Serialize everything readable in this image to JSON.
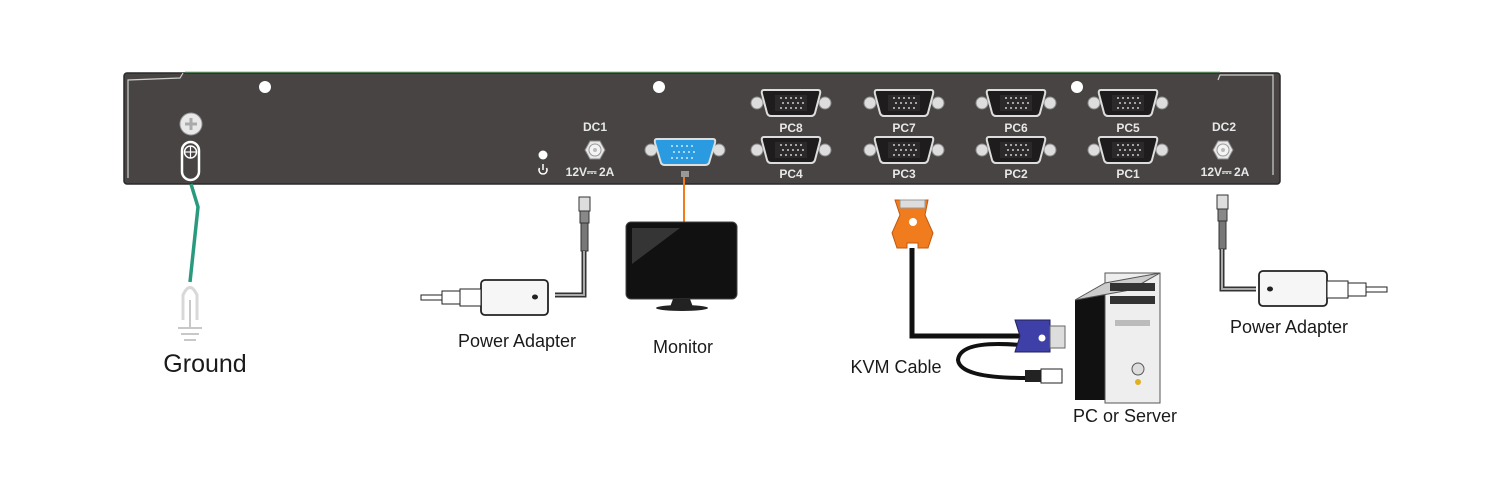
{
  "device": {
    "ports": [
      {
        "id": "PC8",
        "label": "PC8"
      },
      {
        "id": "PC7",
        "label": "PC7"
      },
      {
        "id": "PC6",
        "label": "PC6"
      },
      {
        "id": "PC5",
        "label": "PC5"
      },
      {
        "id": "PC4",
        "label": "PC4"
      },
      {
        "id": "PC3",
        "label": "PC3"
      },
      {
        "id": "PC2",
        "label": "PC2"
      },
      {
        "id": "PC1",
        "label": "PC1"
      }
    ],
    "dc1": {
      "label": "DC1",
      "rating": "12V⎓ 2A"
    },
    "dc2": {
      "label": "DC2",
      "rating": "12V⎓ 2A"
    },
    "power_led_icon": "power-icon",
    "monitor_port_icon": "monitor-icon",
    "ground_screw_icon": "screw-icon",
    "colors": {
      "panel": "#474443",
      "vga_out": "#2a9be0",
      "ground_wire": "#2a9a7e",
      "monitor_cable": "#f07c1e",
      "kvm_head": "#f07c1e",
      "kvm_pc_end": "#3f3fa8"
    }
  },
  "labels": {
    "ground": "Ground",
    "power_adapter_left": "Power Adapter",
    "monitor": "Monitor",
    "kvm_cable": "KVM Cable",
    "pc_server": "PC or Server",
    "power_adapter_right": "Power Adapter"
  }
}
